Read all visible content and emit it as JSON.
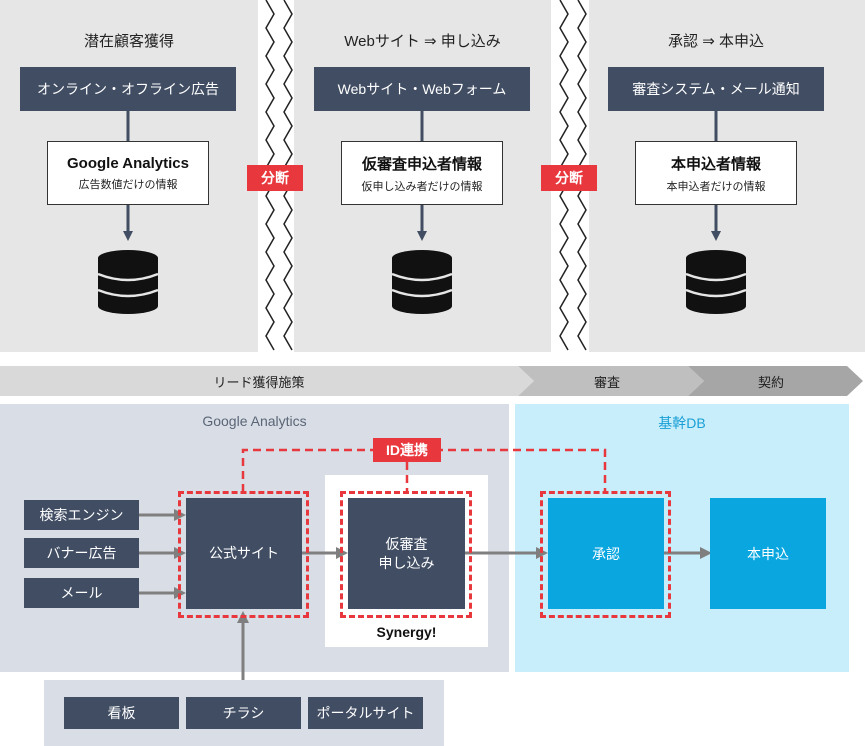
{
  "top": {
    "panels": [
      {
        "title": "潜在顧客獲得",
        "source": "オンライン・オフライン広告",
        "box_title": "Google Analytics",
        "box_sub": "広告数値だけの情報"
      },
      {
        "title": "Webサイト ⇒ 申し込み",
        "source": "Webサイト・Webフォーム",
        "box_title": "仮審査申込者情報",
        "box_sub": "仮申し込み者だけの情報"
      },
      {
        "title": "承認 ⇒ 本申込",
        "source": "審査システム・メール通知",
        "box_title": "本申込者情報",
        "box_sub": "本申込者だけの情報"
      }
    ],
    "split_labels": [
      "分断",
      "分断"
    ]
  },
  "phases": [
    "リード獲得施策",
    "審査",
    "契約"
  ],
  "bottom": {
    "ga_title": "Google Analytics",
    "db_title": "基幹DB",
    "id_link": "ID連携",
    "sources": [
      "検索エンジン",
      "バナー広告",
      "メール"
    ],
    "official_site": "公式サイト",
    "provisional": "仮審査\n申し込み",
    "synergy": "Synergy!",
    "approval": "承認",
    "final": "本申込",
    "offline": [
      "看板",
      "チラシ",
      "ポータルサイト"
    ]
  },
  "colors": {
    "navy": "#404d63",
    "red": "#e8383d",
    "cyan": "#0aa6df",
    "panel": "#e6e6e6"
  }
}
